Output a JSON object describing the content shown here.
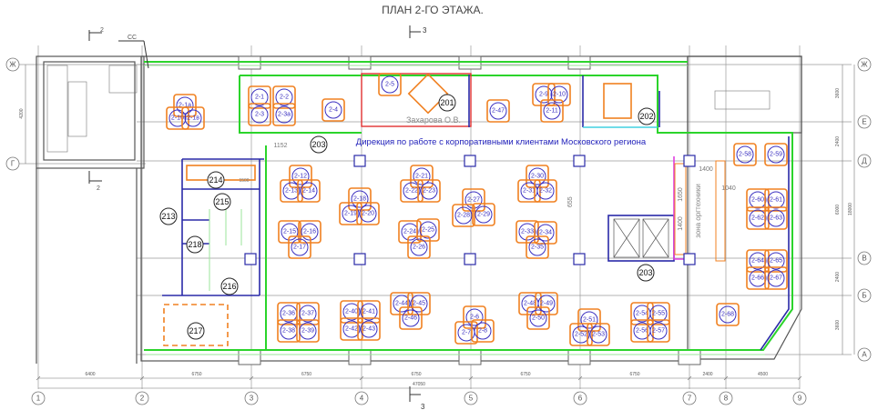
{
  "title": "ПЛАН 2-ГО ЭТАЖА.",
  "department_label": "Дирекция по работе с корпоративными клиентами Московского региона",
  "office_owner": "Захарова О.В.",
  "equipment_zone": "зона оргтехники",
  "section_marks": {
    "top": "3",
    "bottom": "3",
    "left_top": "2",
    "left_bottom": "2",
    "cc": "CC"
  },
  "annotations": {
    "d1152": "1152",
    "d655": "655",
    "d1400a": "1400",
    "d1650": "1650",
    "d1400b": "1400",
    "d1040": "1040",
    "d1500": "1500"
  },
  "column_axes": [
    "1",
    "2",
    "3",
    "4",
    "5",
    "6",
    "7",
    "8",
    "9"
  ],
  "row_axes": [
    "Ж",
    "Е",
    "Д",
    "В",
    "Б",
    "А"
  ],
  "left_row_axes": [
    "Ж",
    "Г"
  ],
  "bottom_dimensions": [
    "6400",
    "6750",
    "6750",
    "6750",
    "6750",
    "6750",
    "2400",
    "4500"
  ],
  "total_width": "47050",
  "right_dimensions": [
    "3600",
    "2400",
    "6000",
    "2400",
    "3600"
  ],
  "total_height": "18000",
  "left_dimension": "4200",
  "rooms": [
    "201",
    "202",
    "203",
    "203",
    "213",
    "214",
    "215",
    "216",
    "217",
    "218"
  ],
  "workstations": [
    "2-1а",
    "2-1б",
    "2-1в",
    "2-1",
    "2-2",
    "2-3",
    "2-3а",
    "2-4",
    "2-5",
    "2-47",
    "2-9",
    "2-10",
    "2-11",
    "2-12",
    "2-13",
    "2-14",
    "2-15",
    "2-16",
    "2-17",
    "2-18",
    "2-19",
    "2-20",
    "2-21",
    "2-22",
    "2-23",
    "2-24",
    "2-25",
    "2-26",
    "2-27",
    "2-28",
    "2-29",
    "2-30",
    "2-31",
    "2-32",
    "2-33",
    "2-34",
    "2-35",
    "2-36",
    "2-37",
    "2-38",
    "2-39",
    "2-40",
    "2-41",
    "2-42",
    "2-43",
    "2-44",
    "2-45",
    "2-46",
    "2-6",
    "2-7",
    "2-8",
    "2-48",
    "2-49",
    "2-50",
    "2-51",
    "2-52",
    "2-53",
    "2-54",
    "2-55",
    "2-56",
    "2-57",
    "2-58",
    "2-59",
    "2-60",
    "2-61",
    "2-62",
    "2-63",
    "2-64",
    "2-65",
    "2-66",
    "2-67",
    "2-68"
  ]
}
